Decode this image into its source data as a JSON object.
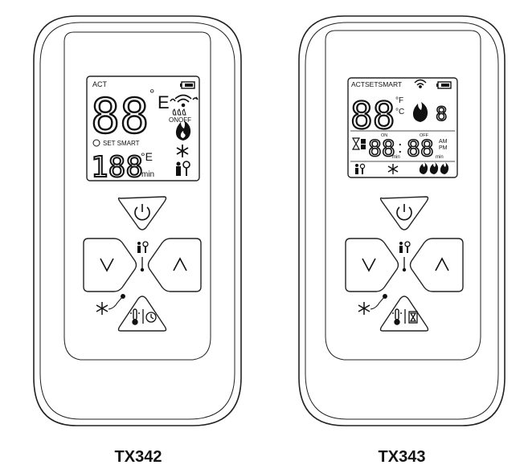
{
  "remotes": [
    {
      "model": "TX342",
      "lcd": {
        "act": "ACT",
        "big_digits": "88",
        "unit_top": "°",
        "unit_top2": "E",
        "unit_right": "E",
        "on_off": "ONOFF",
        "set_smart": "SET SMART",
        "small_digits": "188",
        "unit_small": "°E",
        "unit_min": "min"
      }
    },
    {
      "model": "TX343",
      "lcd": {
        "header": "ACTSETSMART",
        "big_digits": "88",
        "unit_f": "°F",
        "unit_c": "°C",
        "flame_level": "8",
        "on": "ON",
        "off": "OFF",
        "clock_left": "88",
        "clock_right": "88",
        "colon": ":",
        "am": "AM",
        "pm": "PM",
        "min": "min",
        "min2": "min"
      }
    }
  ],
  "icons": [
    "power-icon",
    "down-arrow-icon",
    "up-arrow-icon",
    "thermometer-icon",
    "clock-icon",
    "hourglass-icon",
    "snowflake-icon",
    "fan-person-icon",
    "flame-icon",
    "wifi-icon",
    "battery-icon"
  ]
}
